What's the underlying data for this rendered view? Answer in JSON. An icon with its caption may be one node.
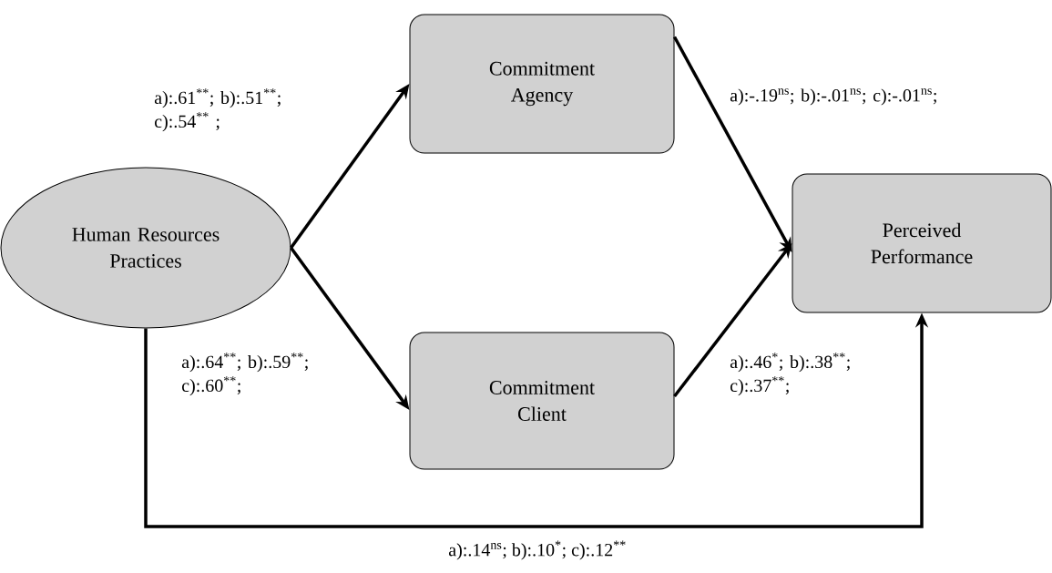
{
  "diagram": {
    "nodes": [
      {
        "text": [
          "Human Resources Practices"
        ]
      },
      {
        "text": [
          "Commitment Agency"
        ]
      },
      {
        "text": [
          "Commitment Client"
        ]
      },
      {
        "text": [
          "Perceived Performance"
        ]
      }
    ],
    "edges": [
      {
        "from": 0,
        "to": 1,
        "arrow": "to",
        "label": "a):.61$^{**}$; b):.51$^{**}$; c):.54$^{**}$ ;"
      },
      {
        "from": 0,
        "to": 2,
        "arrow": "to",
        "label": "a):.64$^{**}$; b):.59$^{**}$; c):.60$^{**}$;"
      },
      {
        "from": 1,
        "to": 3,
        "arrow": "to",
        "label": "a):-.19$^{ns}$; b):-.01$^{ns}$; c):-.01$^{ns}$;"
      },
      {
        "from": 2,
        "to": 3,
        "arrow": "to",
        "label": "a):.46$^{*}$; b):.38$^{**}$; c):.37$^{**}$;"
      },
      {
        "from": 0,
        "to": 3,
        "arrow": "to",
        "label": "a):.14$^{ns}$; b):.10$^{*}$; c):.12$^{**}$"
      }
    ]
  }
}
